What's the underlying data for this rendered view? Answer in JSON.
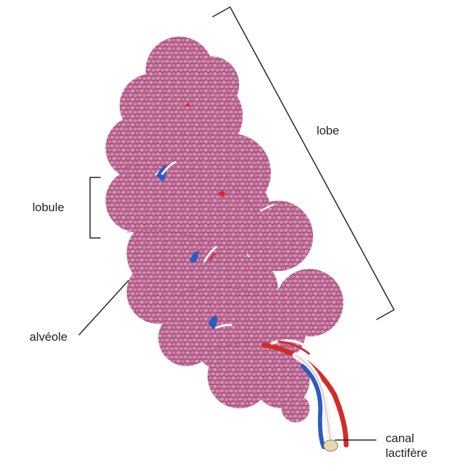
{
  "labels": {
    "lobe": "lobe",
    "lobule": "lobule",
    "alveole": "alvéole",
    "canal_line1": "canal",
    "canal_line2": "lactifère"
  },
  "colors": {
    "alveoli_fill": "#c87aa0",
    "alveoli_edge": "#a04d78",
    "alveoli_shadow": "#9a4574",
    "duct_white": "#f6f3f2",
    "artery_red": "#d42a2a",
    "vein_blue": "#2a5bc4",
    "duct_tip": "#e8d8b0",
    "line": "#222222",
    "background": "#ffffff"
  }
}
